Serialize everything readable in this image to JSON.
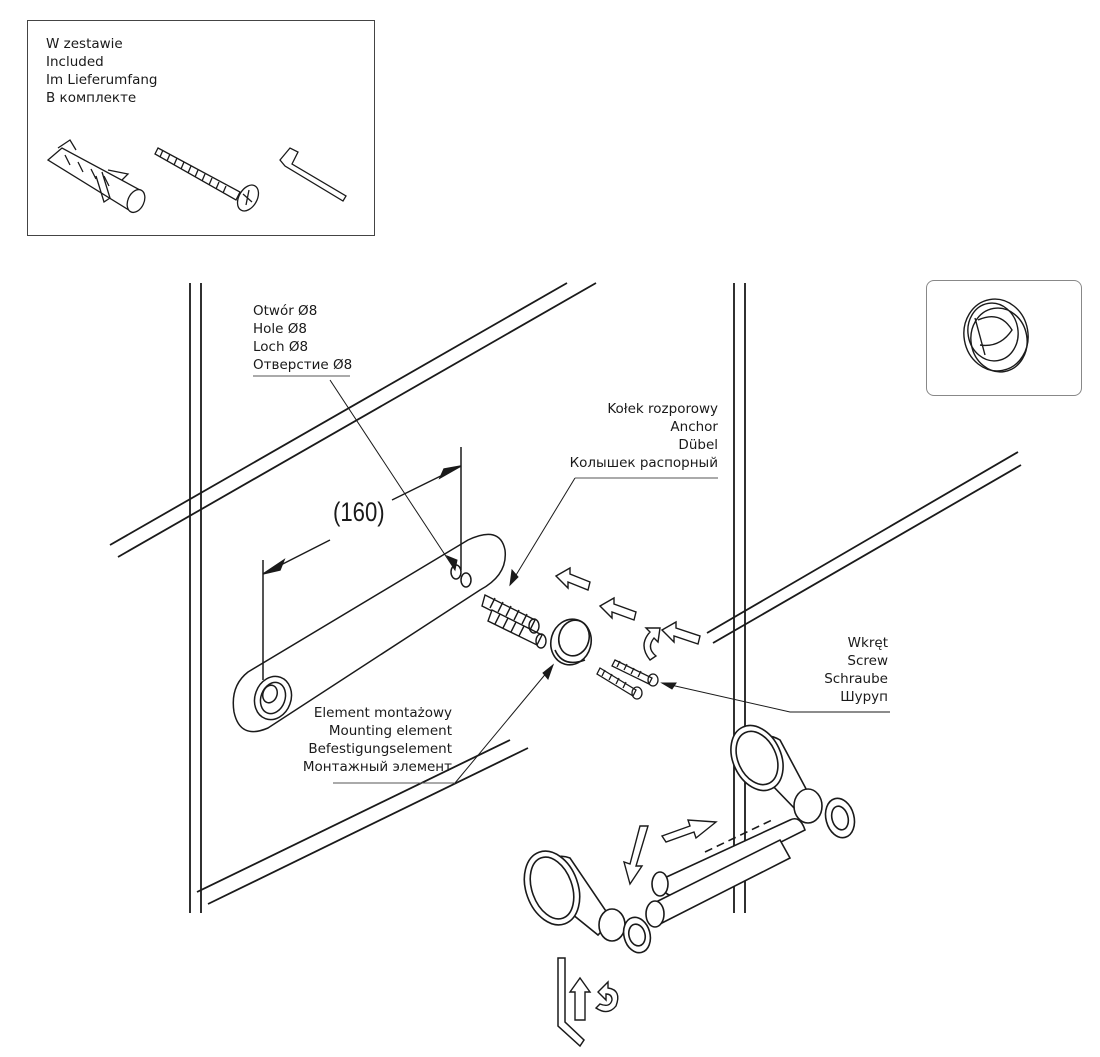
{
  "kit_box": {
    "lines": [
      "W zestawie",
      "Included",
      "Im Lieferumfang",
      "В комплекте"
    ]
  },
  "labels": {
    "hole": [
      "Otwór Ø8",
      "Hole Ø8",
      "Loch Ø8",
      "Отверстие Ø8"
    ],
    "anchor": [
      "Kołek rozporowy",
      "Anchor",
      "Dübel",
      "Колышек распорный"
    ],
    "screw": [
      "Wkręt",
      "Screw",
      "Schraube",
      "Шуруп"
    ],
    "mounting_element": [
      "Element montażowy",
      "Mounting element",
      "Befestigungselement",
      "Монтажный элемент"
    ]
  },
  "dimension": "(160)",
  "icons": [
    "anchor-icon",
    "screw-icon",
    "hex-key-icon",
    "mounting-ring-icon",
    "rotate-arrow-icon",
    "push-arrow-icon"
  ]
}
